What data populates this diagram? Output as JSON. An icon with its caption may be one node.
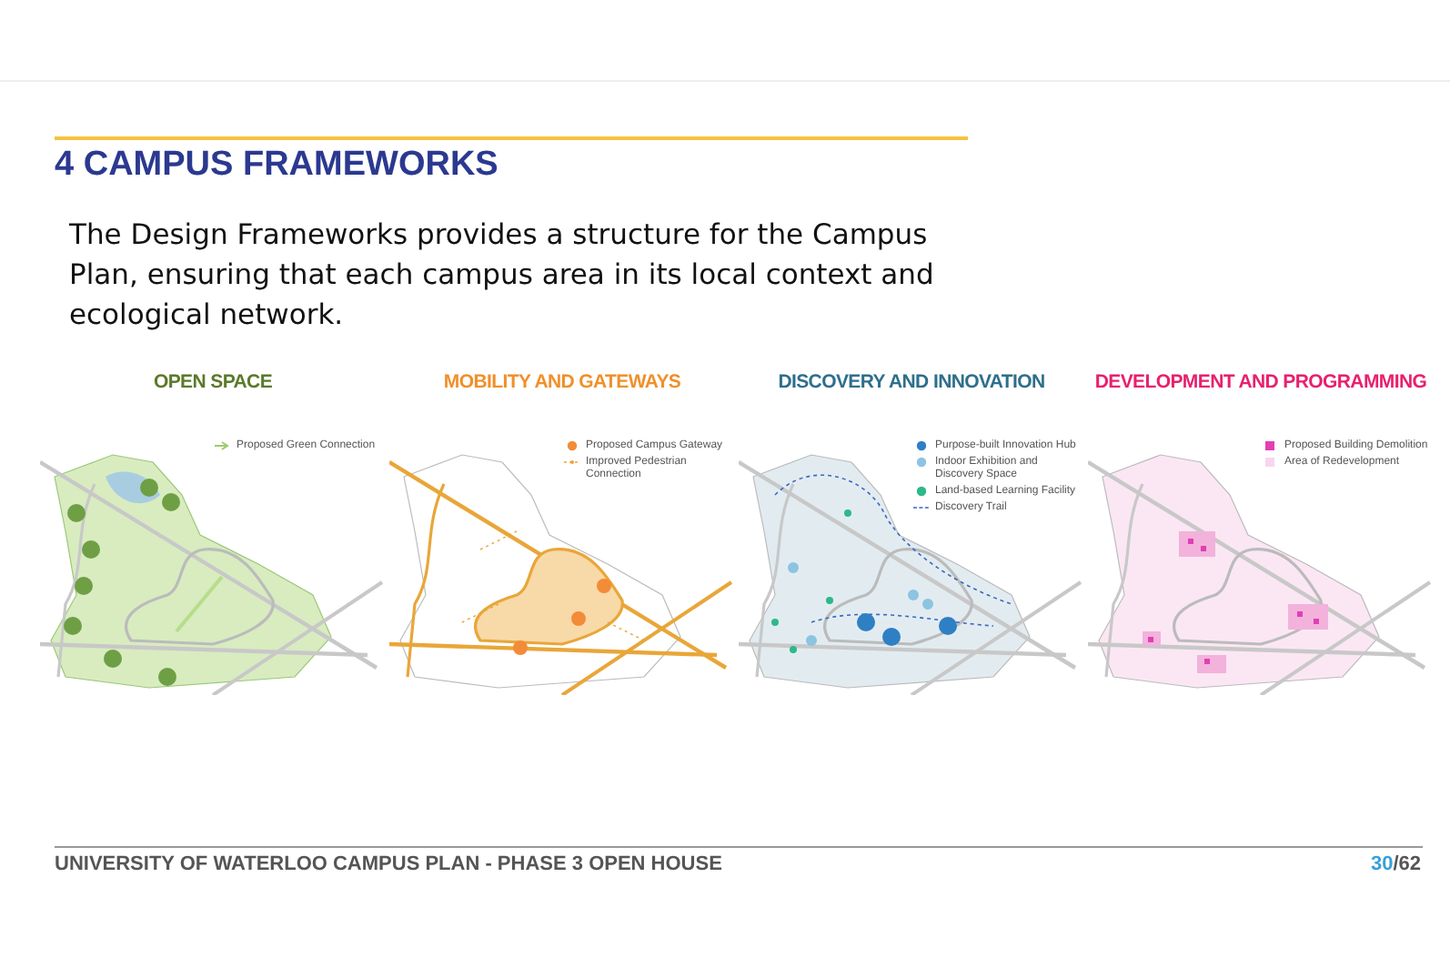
{
  "diagram": {
    "title": "4 CAMPUS FRAMEWORKS",
    "labels": [
      "The Design Frameworks provides a structure for the Campus Plan, ensuring that each campus area in its local context and ecological network.",
      "OPEN SPACE",
      "MOBILITY AND GATEWAYS",
      "DISCOVERY AND INNOVATION",
      "DEVELOPMENT AND PROGRAMMING",
      "UNIVERSITY OF WATERLOO CAMPUS PLAN - PHASE 3 OPEN HOUSE",
      "30",
      "/62"
    ],
    "legend": [
      {
        "text": "Proposed Green Connection"
      },
      {
        "text": "Proposed Campus Gateway",
        "color": "#f28c38"
      },
      {
        "text": "Improved Pedestrian Connection"
      },
      {
        "text": "Purpose-built Innovation Hub",
        "color": "#2f7fc4"
      },
      {
        "text": "Indoor Exhibition and Discovery Space",
        "color": "#8cc4e2"
      },
      {
        "text": "Land-based Learning Facility",
        "color": "#2db88c"
      },
      {
        "text": "Discovery Trail"
      },
      {
        "text": "Proposed Building Demolition",
        "color": "#e23fb4"
      },
      {
        "text": "Area of Redevelopment",
        "color": "#f8d6ee"
      }
    ]
  }
}
